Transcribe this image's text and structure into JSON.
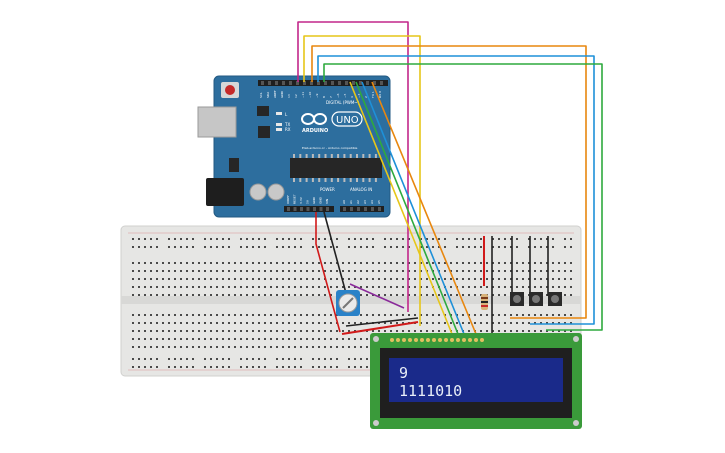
{
  "arduino": {
    "brand": "ARDUINO",
    "model": "UNO",
    "digital_label": "DIGITAL (PWM~)",
    "power_label": "POWER",
    "analog_label": "ANALOG IN",
    "tx_label": "TX",
    "rx_label": "RX",
    "l_label": "L",
    "on_label": "ON",
    "site_label": "Elab.arduino.cc - Arduino compatible",
    "top_pins": [
      "SCL",
      "SDA",
      "AREF",
      "GND",
      "13",
      "12",
      "~11",
      "~10",
      "~9",
      "8",
      "7",
      "~6",
      "~5",
      "4",
      "~3",
      "2",
      "TX 1",
      "RX 0"
    ],
    "bottom_pins": [
      "IOREF",
      "RESET",
      "3.3V",
      "5V",
      "GND",
      "GND",
      "VIN",
      "A0",
      "A1",
      "A2",
      "A3",
      "A4",
      "A5"
    ]
  },
  "lcd": {
    "line1": "9",
    "line2": "1111010"
  },
  "colors": {
    "board": "#2d6e9e",
    "breadboard": "#e8e8e6",
    "lcd_pcb": "#3a9a3a",
    "lcd_screen": "#1a2a8a",
    "wire_magenta": "#c2278a",
    "wire_yellow": "#e6c619",
    "wire_orange": "#e8870f",
    "wire_blue": "#1e90d8",
    "wire_green": "#2eaa3e",
    "wire_red": "#d11a1a",
    "wire_black": "#222222",
    "wire_purple": "#8a2a9a"
  }
}
